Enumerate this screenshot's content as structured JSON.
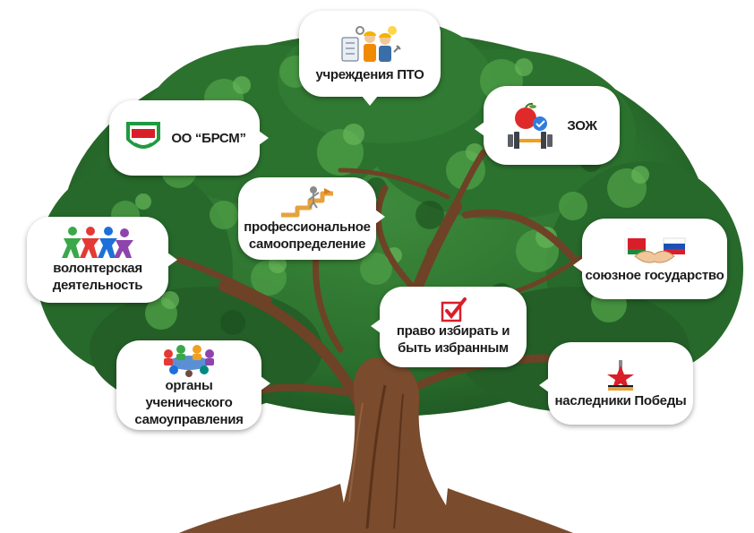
{
  "colors": {
    "foliage_dark": "#1f5a25",
    "foliage_mid": "#2f7a33",
    "foliage_light": "#56a049",
    "trunk": "#7a4b2c",
    "trunk_dark": "#5a331c",
    "accent_red": "#d91e2a",
    "accent_green": "#1a8a3a"
  },
  "nodes": {
    "pto": {
      "label": "учреждения ПТО",
      "icon": "workers-icon"
    },
    "brsm": {
      "label": "ОО “БРСМ”",
      "icon": "brsm-logo"
    },
    "zozh": {
      "label": "ЗОЖ",
      "icon": "apple-dumbbell-icon"
    },
    "selfdet": {
      "label": "профессиональное самоопределение",
      "icon": "career-ladder-icon"
    },
    "volunteer": {
      "label": "волонтерская деятельность",
      "icon": "volunteers-icon"
    },
    "union": {
      "label": "союзное государство",
      "icon": "handshake-flags-icon"
    },
    "vote": {
      "label": "право избирать и быть избранным",
      "icon": "checkbox-icon"
    },
    "selfgov": {
      "label": "органы ученического самоуправления",
      "icon": "round-table-icon"
    },
    "victory": {
      "label": "наследники Победы",
      "icon": "victory-star-icon"
    }
  }
}
